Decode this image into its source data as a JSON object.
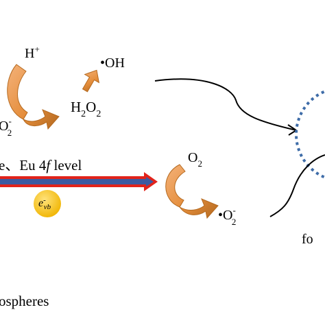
{
  "colors": {
    "orange_fill": "#E58E3C",
    "orange_dark": "#B4691F",
    "orange_light": "#F4B27A",
    "blue_arrow": "#3C5AA0",
    "red_outline": "#E2231A",
    "dashed_circle": "#3E6CA8",
    "electron_ball": "#F0B400",
    "line": "#000000"
  },
  "labels": {
    "h_plus": {
      "main": "H",
      "sup": "+"
    },
    "oh_radical": {
      "dot": "•",
      "main": "OH"
    },
    "h2o2": {
      "h": "H",
      "sub1": "2",
      "o": "O",
      "sub2": "2"
    },
    "superoxide_top": {
      "dot": "•",
      "o": "O",
      "sup": "-",
      "sub": "2"
    },
    "o2": {
      "o": "O",
      "sub": "2"
    },
    "superoxide_bottom": {
      "dot": "•",
      "o": "O",
      "sup": "-",
      "sub": "2"
    },
    "eu_level": {
      "prefix": "e、Eu 4",
      "italic": "f",
      "suffix": " level"
    },
    "electron": {
      "e": "e",
      "sup": "-",
      "sub": "vb"
    },
    "fo_partial": "fo",
    "microspheres_partial": "ospheres"
  },
  "icons": [
    "curved-orange-arrow-icon",
    "straight-orange-arrow-icon",
    "blue-red-arrow-icon",
    "electron-ball-icon",
    "dashed-circle-icon"
  ]
}
